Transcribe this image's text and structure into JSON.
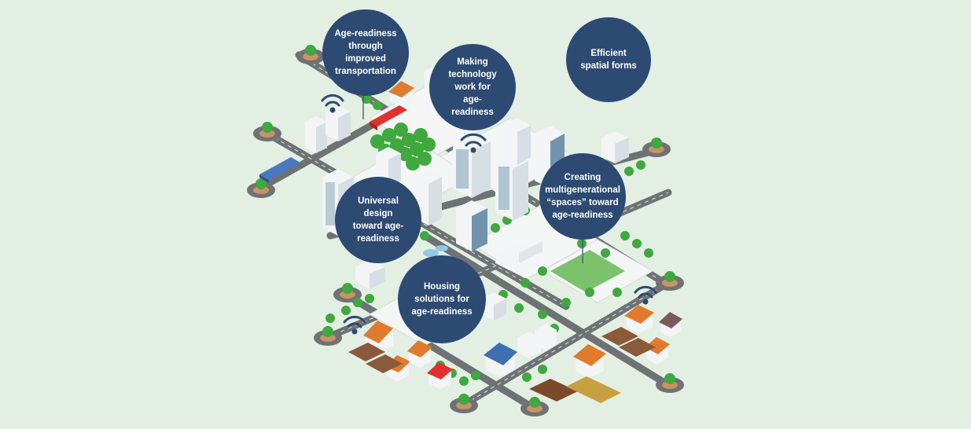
{
  "bubbles": [
    {
      "label": "Age-readiness through improved transportation"
    },
    {
      "label": "Making technology work for age-readiness"
    },
    {
      "label": "Efficient spatial forms"
    },
    {
      "label": "Creating multigenerational “spaces” toward age-readiness"
    },
    {
      "label": "Universal design toward age-readiness"
    },
    {
      "label": "Housing solutions for age-readiness"
    }
  ],
  "colors": {
    "background": "#e2efe2",
    "bubble": "#2d4a73",
    "road": "#6f7275",
    "ground": "#eef1f1",
    "tree": "#3fa83f",
    "roof": "#e07b2e",
    "building": "#f2f4f6",
    "window": "#3a6a8e"
  }
}
